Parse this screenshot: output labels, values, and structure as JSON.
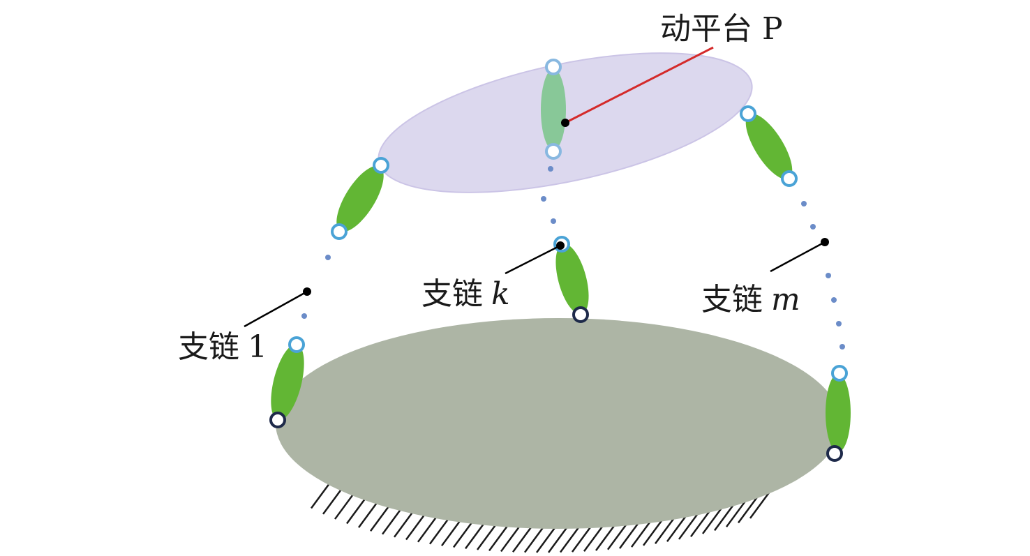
{
  "labels": {
    "platform": "动平台 P",
    "chain_1_prefix": "支链",
    "chain_1_suffix": "1",
    "chain_k_prefix": "支链",
    "chain_k_suffix": "k",
    "chain_m_prefix": "支链",
    "chain_m_suffix": "m"
  },
  "colors": {
    "platform_fill": "#dcd8ee",
    "base_fill": "#adb5a5",
    "link_green": "#62b634",
    "link_light_green": "#88c898",
    "joint_blue": "#4aa3d6",
    "joint_dark": "#1e2a4a",
    "dot_blue": "#6b8cc8",
    "pointer_red": "#d42a2a"
  }
}
